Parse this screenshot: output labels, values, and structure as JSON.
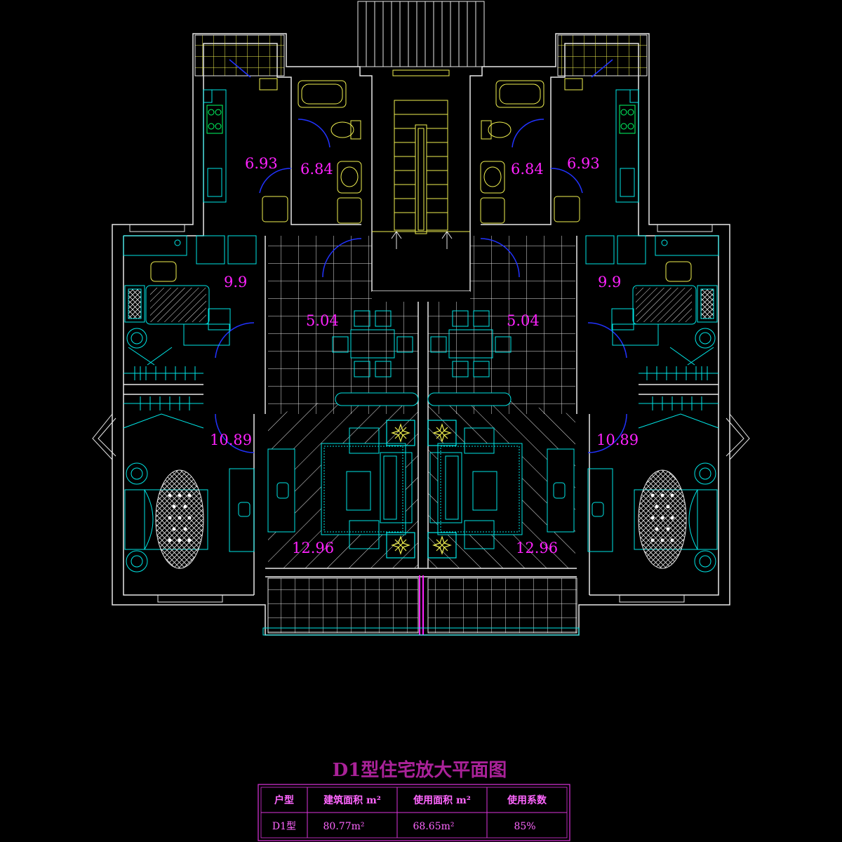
{
  "title": "D1型住宅放大平面图",
  "room_areas": {
    "kitchen_left": "6.93",
    "bath_left": "6.84",
    "bath_right": "6.84",
    "kitchen_right": "6.93",
    "bedroom2_left": "9.9",
    "bedroom2_right": "9.9",
    "dining_left": "5.04",
    "dining_right": "5.04",
    "master_left": "10.89",
    "master_right": "10.89",
    "living_left": "12.96",
    "living_right": "12.96"
  },
  "table": {
    "headers": [
      "户型",
      "建筑面积 m²",
      "使用面积 m²",
      "使用系数"
    ],
    "row": [
      "D1型",
      "80.77m²",
      "68.65m²",
      "85%"
    ]
  },
  "colors": {
    "wall": "#e8e8e8",
    "furniture": "#00e5e5",
    "fixture": "#f0f050",
    "door": "#2233ff",
    "label": "#ff22ff",
    "title": "#aa2299",
    "table": "#dd33dd"
  }
}
